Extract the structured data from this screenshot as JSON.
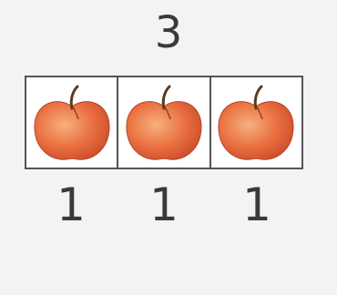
{
  "total": "3",
  "apples": [
    {
      "icon": "apple-icon"
    },
    {
      "icon": "apple-icon"
    },
    {
      "icon": "apple-icon"
    }
  ],
  "parts": [
    "1",
    "1",
    "1"
  ],
  "colors": {
    "apple": "#e8643a",
    "apple_highlight": "#f6b07e",
    "stem": "#5a3b1e",
    "frame": "#555555",
    "text": "#3a3a3a"
  }
}
